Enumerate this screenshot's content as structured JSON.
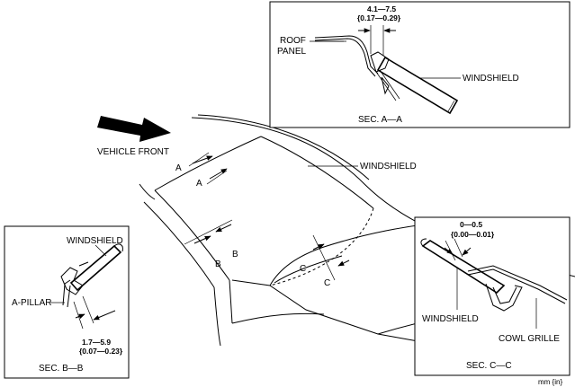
{
  "main_view": {
    "direction_label": "VEHICLE FRONT",
    "windshield_label": "WINDSHIELD",
    "section_markers": {
      "a": "A",
      "b": "B",
      "c": "C"
    }
  },
  "section_a": {
    "title": "SEC. A—A",
    "dimension_mm": "4.1—7.5",
    "dimension_in": "{0.17—0.29}",
    "roof_panel_label_line1": "ROOF",
    "roof_panel_label_line2": "PANEL",
    "windshield_label": "WINDSHIELD"
  },
  "section_b": {
    "title": "SEC. B—B",
    "dimension_mm": "1.7—5.9",
    "dimension_in": "{0.07—0.23}",
    "windshield_label": "WINDSHIELD",
    "a_pillar_label": "A-PILLAR"
  },
  "section_c": {
    "title": "SEC. C—C",
    "dimension_mm": "0—0.5",
    "dimension_in": "{0.00—0.01}",
    "windshield_label": "WINDSHIELD",
    "cowl_grille_label": "COWL GRILLE"
  },
  "units_label": "mm {in}"
}
